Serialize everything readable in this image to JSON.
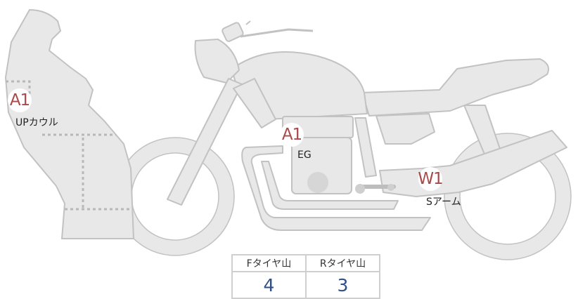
{
  "colors": {
    "body_fill": "#e8e8e8",
    "outline": "#c2c2c2",
    "dotted_line": "#b8b8b8",
    "marker_text": "#a94a4a",
    "value_text": "#2f4f86"
  },
  "markers": [
    {
      "code": "A1",
      "label": "UPカウル"
    },
    {
      "code": "A1",
      "label": "EG"
    },
    {
      "code": "W1",
      "label": "Sアーム"
    }
  ],
  "tire_table": {
    "headers": [
      "Fタイヤ山",
      "Rタイヤ山"
    ],
    "values": [
      "4",
      "3"
    ]
  }
}
